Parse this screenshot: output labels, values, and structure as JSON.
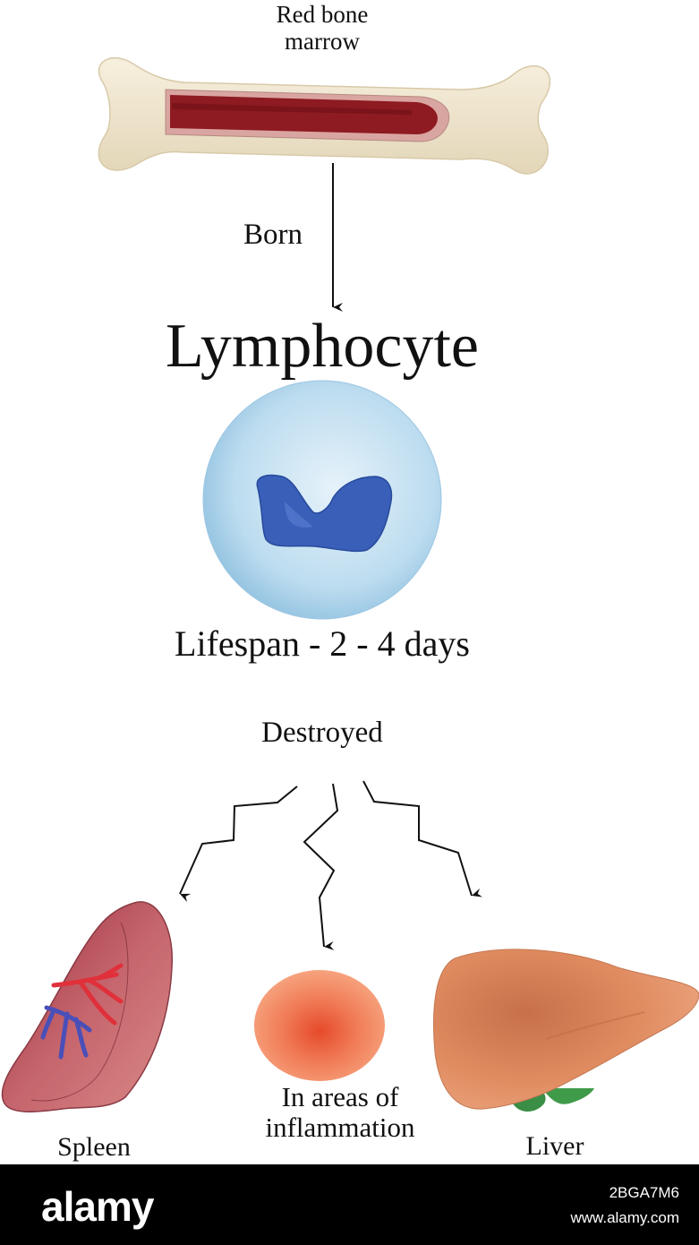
{
  "labels": {
    "bone": "Red bone\nmarrow",
    "born": "Born",
    "cell_title": "Lymphocyte",
    "lifespan": "Lifespan - 2 - 4 days",
    "destroyed": "Destroyed",
    "spleen": "Spleen",
    "inflammation": "In areas of\ninflammation",
    "liver": "Liver"
  },
  "icons": [
    "bone-icon",
    "lymphocyte-cell-icon",
    "spleen-icon",
    "inflammation-icon",
    "liver-icon"
  ],
  "colors": {
    "bone": "#f0e6cf",
    "marrow": "#8e1a22",
    "cell": "#b9d9ee",
    "nucleus": "#2f56b0",
    "spleen": "#c4626a",
    "inflammation": "#ef7a5a",
    "liver": "#dd8a5e",
    "gallbladder": "#3f9a4a"
  },
  "footer": {
    "logo": "alamy",
    "image_id": "2BGA7M6",
    "site": "www.alamy.com"
  }
}
